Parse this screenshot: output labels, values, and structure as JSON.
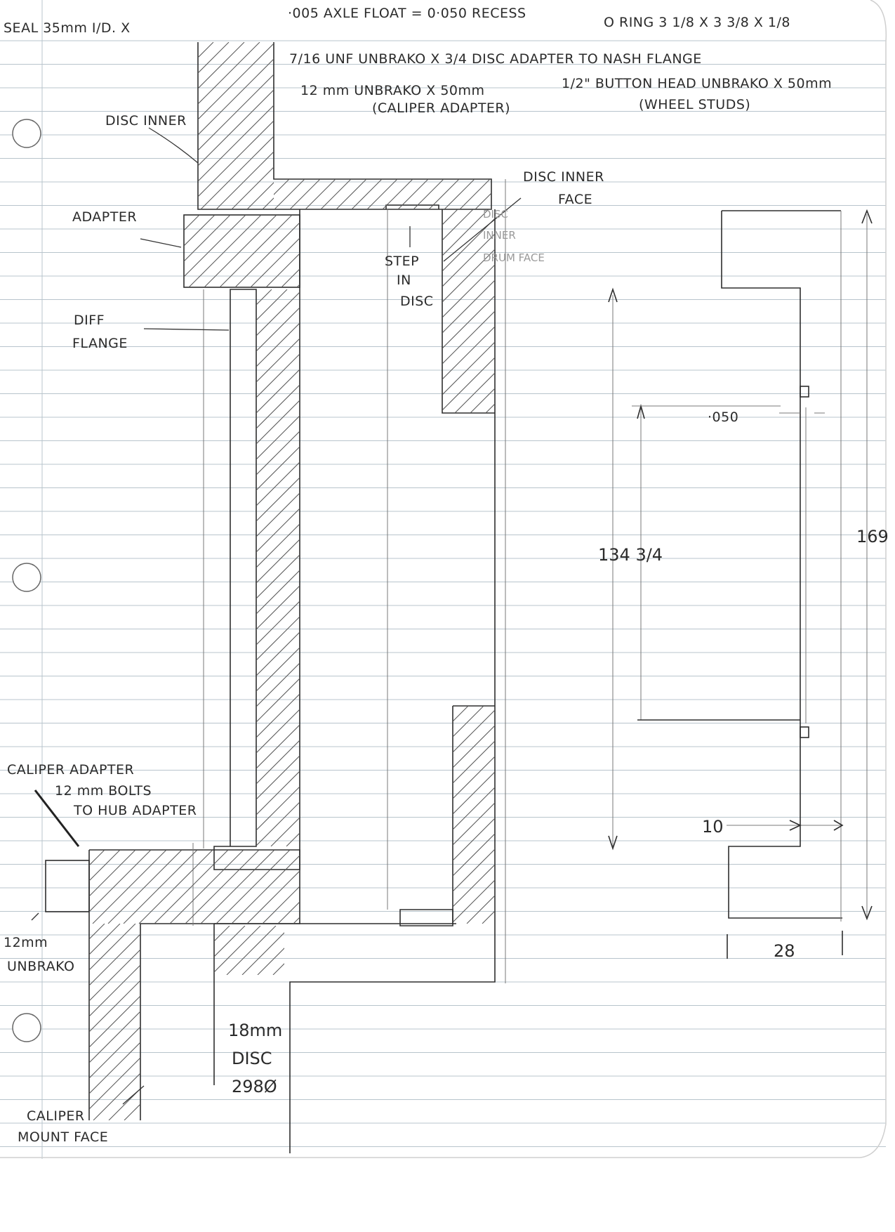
{
  "notes": {
    "seal": "SEAL 35mm I/D. X",
    "axle_float": "·005 AXLE FLOAT = 0·050 RECESS",
    "oring": "O RING 3 1/8 X 3 3/8 X 1/8",
    "unbrako_disc_adapter": "7/16 UNF UNBRAKO X 3/4 DISC ADAPTER TO NASH FLANGE",
    "unbrako_caliper": "12 mm UNBRAKO X 50mm",
    "caliper_adapter_paren": "(CALIPER ADAPTER)",
    "button_head": "1/2\" BUTTON HEAD UNBRAKO X 50mm",
    "wheel_studs_paren": "(WHEEL STUDS)"
  },
  "labels": {
    "disc_inner": "DISC INNER",
    "adapter": "ADAPTER",
    "diff_flange_1": "DIFF",
    "diff_flange_2": "FLANGE",
    "disc_inner_face_1": "DISC INNER",
    "disc_inner_face_2": "FACE",
    "step_1": "STEP",
    "step_2": "IN",
    "step_3": "DISC",
    "faint_note_1": "DISC",
    "faint_note_2": "INNER",
    "faint_note_3": "DRUM FACE",
    "caliper_adapter_1": "CALIPER ADAPTER",
    "caliper_adapter_2": "12 mm BOLTS",
    "caliper_adapter_3": "TO HUB ADAPTER",
    "unbrako_12_1": "12mm",
    "unbrako_12_2": "UNBRAKO",
    "disc_spec_1": "18mm",
    "disc_spec_2": "DISC",
    "disc_spec_3": "298Ø",
    "caliper_mount_1": "CALIPER",
    "caliper_mount_2": "MOUNT FACE"
  },
  "dimensions": {
    "recess": "·050",
    "height_inner": "134 3/4",
    "height_total": "169",
    "step": "10",
    "width": "28"
  }
}
